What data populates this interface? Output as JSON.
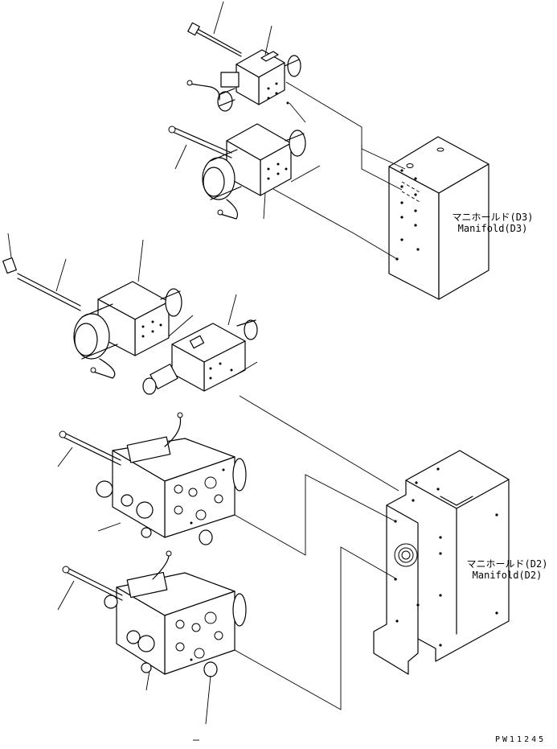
{
  "manifolds": [
    {
      "id": "D3",
      "label_jp": "マニホールド(D3)",
      "label_en": "Manifold(D3)"
    },
    {
      "id": "D2",
      "label_jp": "マニホールド(D2)",
      "label_en": "Manifold(D2)"
    }
  ],
  "drawing_code": "PW11245",
  "line_color": "#000000",
  "background": "#ffffff"
}
